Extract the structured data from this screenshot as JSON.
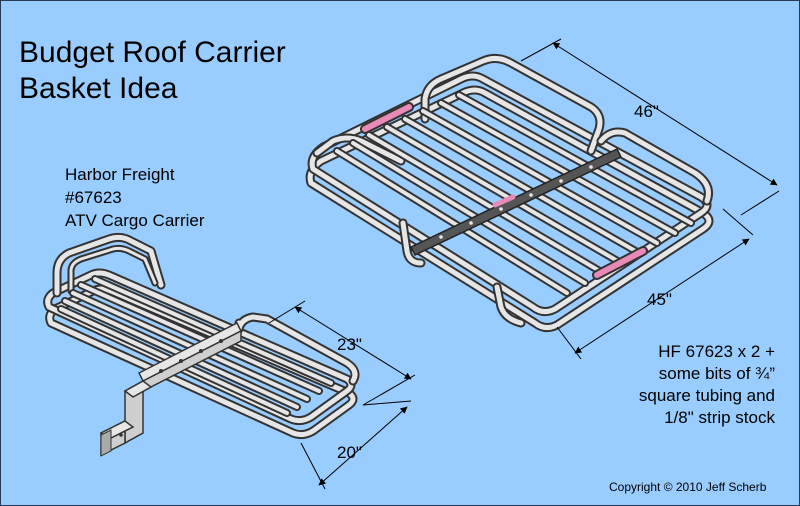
{
  "title": {
    "line1": "Budget Roof Carrier",
    "line2": "Basket Idea"
  },
  "product": {
    "brand": "Harbor Freight",
    "part_number": "#67623",
    "description": "ATV Cargo Carrier"
  },
  "dimensions": {
    "large_length": "46\"",
    "large_width": "45\"",
    "small_length": "23\"",
    "small_width": "20\""
  },
  "materials_note": {
    "line1": "HF 67623 x 2 +",
    "line2": "some bits of ¾”",
    "line3": "square tubing and",
    "line4": "1/8\" strip stock"
  },
  "copyright": "Copyright © 2010 Jeff Scherb",
  "colors": {
    "background": "#99ccff",
    "tubing_fill": "#e6e6e6",
    "tubing_outline": "#333333",
    "strip_highlight": "#e88ab8"
  }
}
